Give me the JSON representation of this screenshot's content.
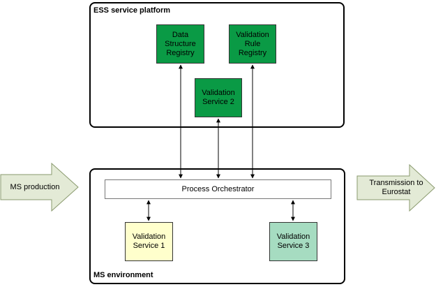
{
  "ess_platform": {
    "title": "ESS service platform"
  },
  "ms_environment": {
    "title": "MS environment"
  },
  "data_structure_registry": {
    "lines": [
      "Data",
      "Structure",
      "Registry"
    ]
  },
  "validation_rule_registry": {
    "lines": [
      "Validation",
      "Rule",
      "Registry"
    ]
  },
  "validation_service_2": {
    "lines": [
      "Validation",
      "Service 2"
    ]
  },
  "process_orchestrator": {
    "label": "Process Orchestrator"
  },
  "validation_service_1": {
    "lines": [
      "Validation",
      "Service 1"
    ]
  },
  "validation_service_3": {
    "lines": [
      "Validation",
      "Service 3"
    ]
  },
  "ms_production": {
    "label": "MS production"
  },
  "transmission": {
    "lines": [
      "Transmission to",
      "Eurostat"
    ]
  },
  "colors": {
    "registry_green": "#0a9a45",
    "service1_fill": "#ffffcc",
    "service3_fill": "#a6dcc1",
    "big_arrow_fill": "#e3ead6"
  }
}
